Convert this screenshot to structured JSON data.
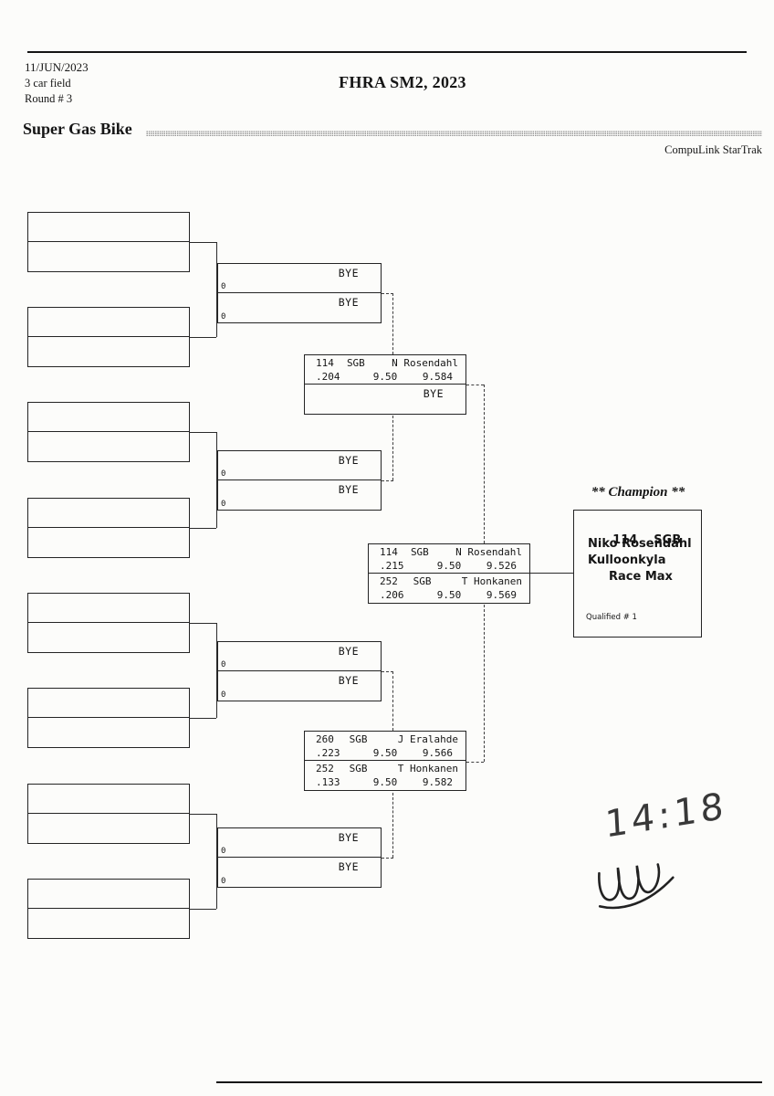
{
  "header": {
    "date": "11/JUN/2023",
    "field_size": "3 car field",
    "round": "Round # 3",
    "event_title": "FHRA SM2, 2023",
    "class_name": "Super Gas Bike",
    "timing_brand": "CompuLink StarTrak"
  },
  "rounds": {
    "round2": [
      {
        "top": "BYE",
        "top_lane": "0",
        "bottom": "BYE",
        "bottom_lane": "0"
      },
      {
        "top": "BYE",
        "top_lane": "0",
        "bottom": "BYE",
        "bottom_lane": "0"
      },
      {
        "top": "BYE",
        "top_lane": "0",
        "bottom": "BYE",
        "bottom_lane": "0"
      },
      {
        "top": "BYE",
        "top_lane": "0",
        "bottom": "BYE",
        "bottom_lane": "0"
      }
    ],
    "semifinal_top": {
      "winner": {
        "number": "114",
        "class": "SGB",
        "driver": "N Rosendahl",
        "reaction": ".204",
        "dial": "9.50",
        "et": "9.584"
      },
      "opponent": "BYE"
    },
    "semifinal_bottom": {
      "top": {
        "number": "260",
        "class": "SGB",
        "driver": "J Eralahde",
        "reaction": ".223",
        "dial": "9.50",
        "et": "9.566"
      },
      "bottom": {
        "number": "252",
        "class": "SGB",
        "driver": "T Honkanen",
        "reaction": ".133",
        "dial": "9.50",
        "et": "9.582"
      }
    },
    "final": {
      "top": {
        "number": "114",
        "class": "SGB",
        "driver": "N Rosendahl",
        "reaction": ".215",
        "dial": "9.50",
        "et": "9.526"
      },
      "bottom": {
        "number": "252",
        "class": "SGB",
        "driver": "T Honkanen",
        "reaction": ".206",
        "dial": "9.50",
        "et": "9.569"
      }
    }
  },
  "champion": {
    "label": "** Champion **",
    "number": "114",
    "class": "SGB",
    "name": "Niko Rosendahl",
    "hometown": "Kulloonkyla",
    "vehicle": "Race Max",
    "qualified": "Qualified # 1"
  },
  "handwriting": {
    "time": "14:18"
  }
}
